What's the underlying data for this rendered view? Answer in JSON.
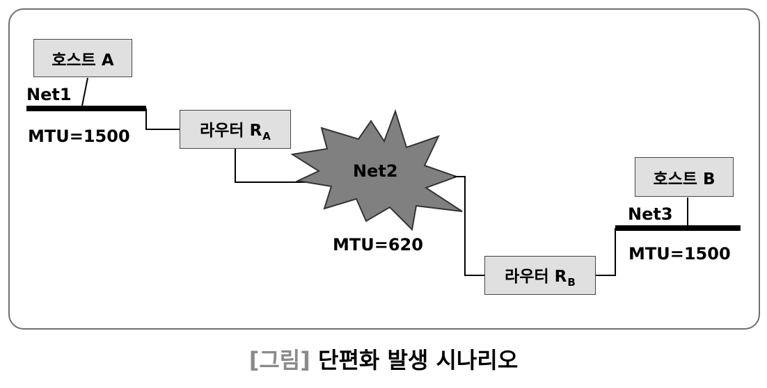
{
  "hosts": {
    "a": "호스트 A",
    "b": "호스트 B"
  },
  "routers": {
    "a": {
      "name": "라우터 R",
      "sub": "A"
    },
    "b": {
      "name": "라우터 R",
      "sub": "B"
    }
  },
  "networks": {
    "net1": {
      "name": "Net1",
      "mtu": "MTU=1500"
    },
    "net2": {
      "name": "Net2",
      "mtu": "MTU=620"
    },
    "net3": {
      "name": "Net3",
      "mtu": "MTU=1500"
    }
  },
  "caption": {
    "bracket": "[그림]",
    "title": "단편화 발생 시나리오"
  },
  "colors": {
    "box_fill": "#e0e0e0",
    "star_fill": "#808080",
    "frame": "#6f6f6f"
  }
}
